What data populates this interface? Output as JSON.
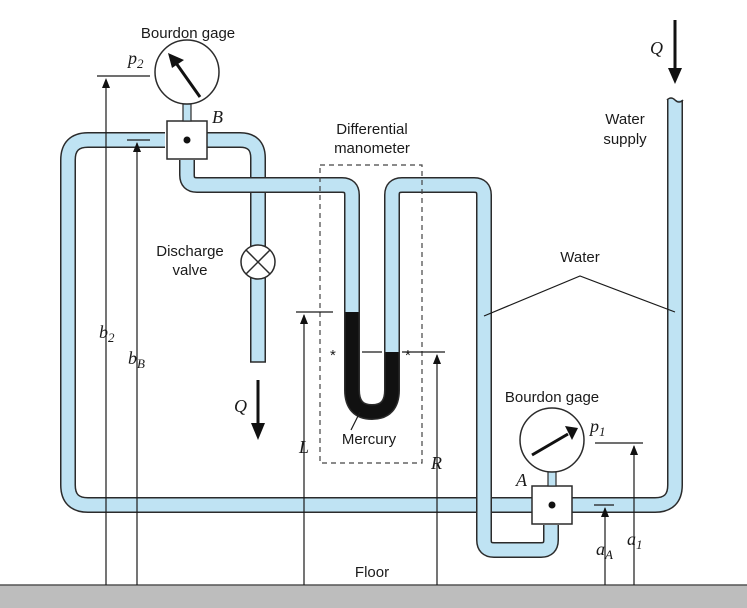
{
  "labels": {
    "bourdon_top": "Bourdon gage",
    "p2": "p",
    "p2_sub": "2",
    "b_letter": "B",
    "diff_line1": "Differential",
    "diff_line2": "manometer",
    "q_top": "Q",
    "water_supply_line1": "Water",
    "water_supply_line2": "supply",
    "discharge_line1": "Discharge",
    "discharge_line2": "valve",
    "water": "Water",
    "b2": "b",
    "b2_sub": "2",
    "bB": "b",
    "bB_sub": "B",
    "q_left": "Q",
    "mercury": "Mercury",
    "L": "L",
    "R": "R",
    "bourdon_bottom": "Bourdon gage",
    "p1": "p",
    "p1_sub": "1",
    "a_letter": "A",
    "aA": "a",
    "aA_sub": "A",
    "a1": "a",
    "a1_sub": "1",
    "floor": "Floor",
    "star_left": "*",
    "star_right": "*"
  },
  "colors": {
    "water": "#bfe3f3",
    "mercury": "#111111",
    "floor": "#bdbdbd"
  },
  "icons": [
    "bourdon-gage-icon",
    "discharge-valve-icon",
    "flow-arrow-icon"
  ]
}
